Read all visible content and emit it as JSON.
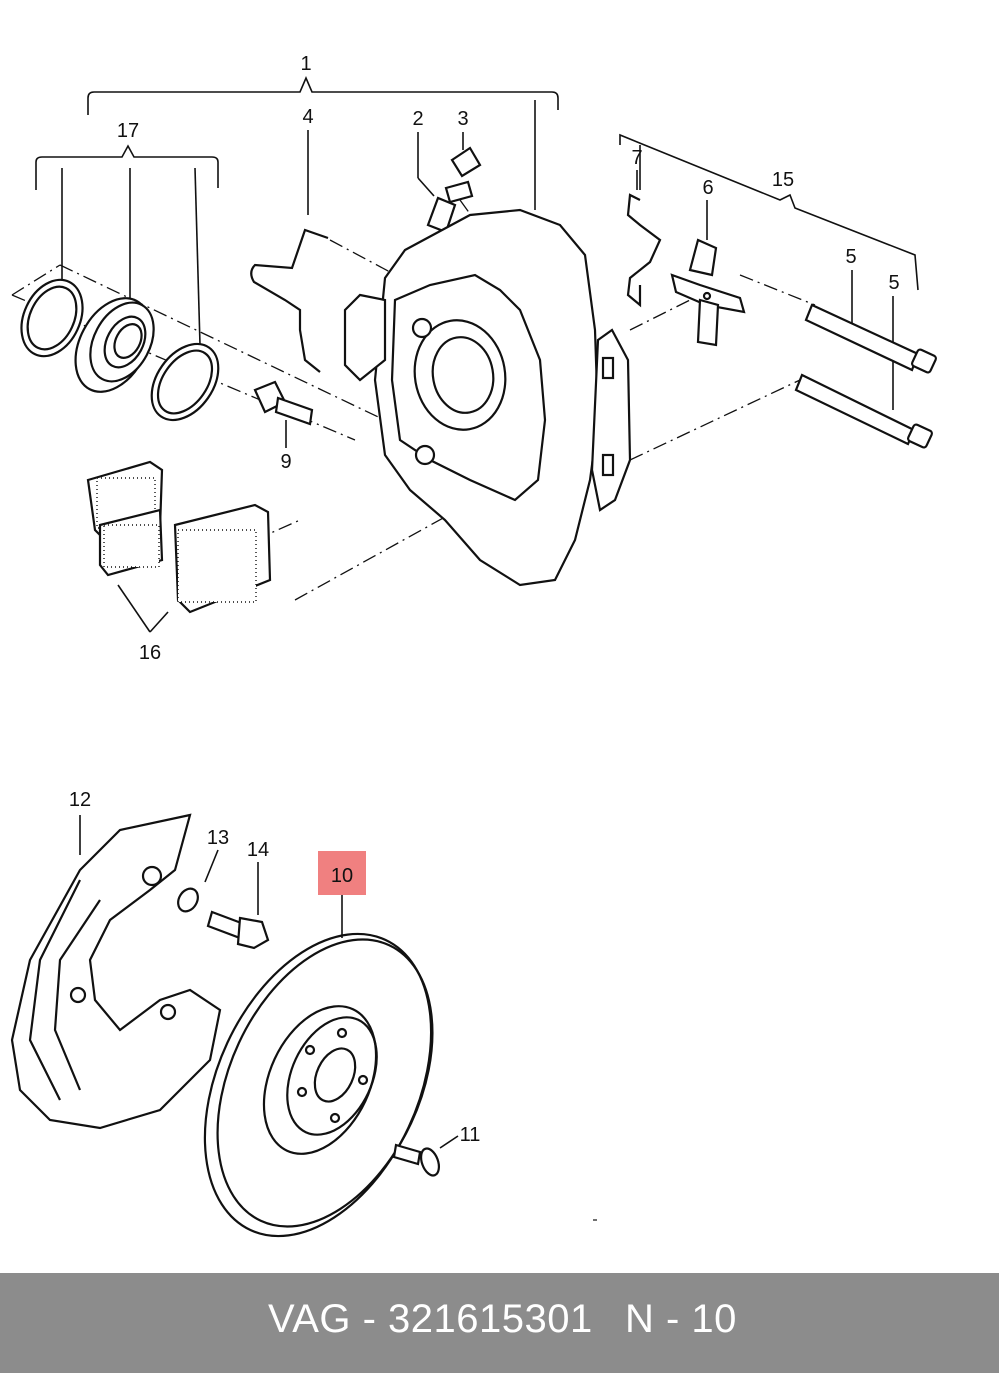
{
  "callouts": {
    "c1": "1",
    "c2": "2",
    "c3": "3",
    "c4": "4",
    "c5a": "5",
    "c5b": "5",
    "c6": "6",
    "c7": "7",
    "c9": "9",
    "c10": "10",
    "c11": "11",
    "c12": "12",
    "c13": "13",
    "c14": "14",
    "c15": "15",
    "c16": "16",
    "c17": "17"
  },
  "highlight_color": "#f08080",
  "footer": {
    "part_code": "VAG - 321615301",
    "position_ref": "N - 10",
    "background": "#8c8c8c"
  }
}
